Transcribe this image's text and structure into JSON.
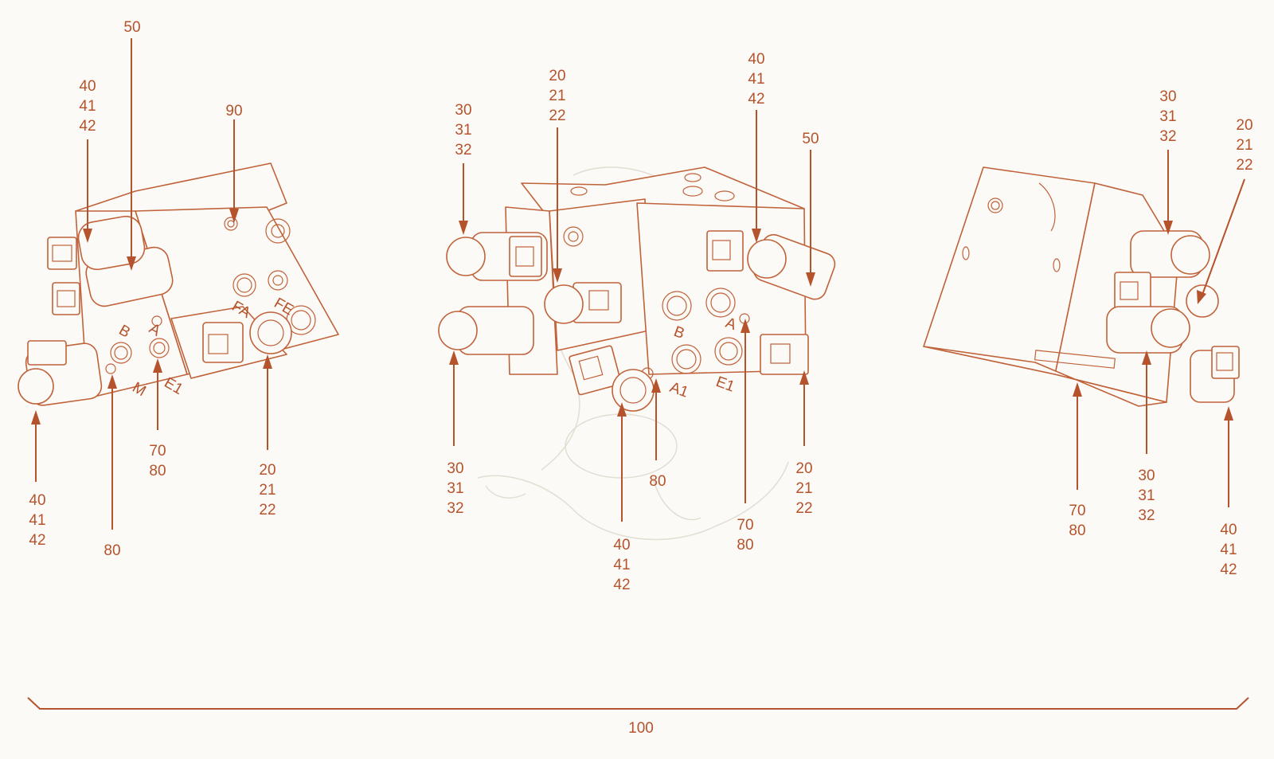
{
  "colors": {
    "accent": "#b5532c",
    "background": "#fbfaf6",
    "watermark": "#e3ddd3"
  },
  "views": [
    {
      "name": "view-left",
      "callouts": [
        {
          "id": "l-50",
          "lines": [
            "50"
          ]
        },
        {
          "id": "l-40-top",
          "lines": [
            "40",
            "41",
            "42"
          ]
        },
        {
          "id": "l-90",
          "lines": [
            "90"
          ]
        },
        {
          "id": "l-40-bottom",
          "lines": [
            "40",
            "41",
            "42"
          ]
        },
        {
          "id": "l-80",
          "lines": [
            "80"
          ]
        },
        {
          "id": "l-70",
          "lines": [
            "70",
            "80"
          ]
        },
        {
          "id": "l-20",
          "lines": [
            "20",
            "21",
            "22"
          ]
        }
      ],
      "port_marks": [
        "A",
        "B",
        "FA",
        "FE",
        "E1",
        "M"
      ]
    },
    {
      "name": "view-center",
      "callouts": [
        {
          "id": "c-30-top",
          "lines": [
            "30",
            "31",
            "32"
          ]
        },
        {
          "id": "c-20-top",
          "lines": [
            "20",
            "21",
            "22"
          ]
        },
        {
          "id": "c-40-top",
          "lines": [
            "40",
            "41",
            "42"
          ]
        },
        {
          "id": "c-50",
          "lines": [
            "50"
          ]
        },
        {
          "id": "c-30-bottom",
          "lines": [
            "30",
            "31",
            "32"
          ]
        },
        {
          "id": "c-40-bottom",
          "lines": [
            "40",
            "41",
            "42"
          ]
        },
        {
          "id": "c-80",
          "lines": [
            "80"
          ]
        },
        {
          "id": "c-70",
          "lines": [
            "70",
            "80"
          ]
        },
        {
          "id": "c-20-bottom",
          "lines": [
            "20",
            "21",
            "22"
          ]
        }
      ],
      "port_marks": [
        "A",
        "B",
        "A1",
        "E1"
      ]
    },
    {
      "name": "view-right",
      "callouts": [
        {
          "id": "r-30-top",
          "lines": [
            "30",
            "31",
            "32"
          ]
        },
        {
          "id": "r-20",
          "lines": [
            "20",
            "21",
            "22"
          ]
        },
        {
          "id": "r-70",
          "lines": [
            "70",
            "80"
          ]
        },
        {
          "id": "r-30-bottom",
          "lines": [
            "30",
            "31",
            "32"
          ]
        },
        {
          "id": "r-40",
          "lines": [
            "40",
            "41",
            "42"
          ]
        }
      ],
      "port_marks": []
    }
  ],
  "assembly_callout": "100"
}
